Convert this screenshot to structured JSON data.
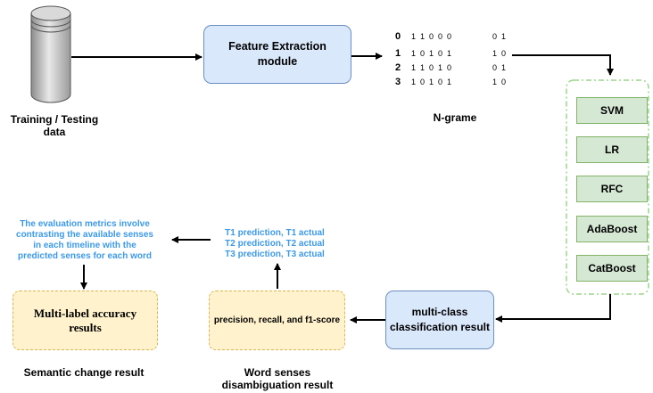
{
  "database": {
    "label": "Training / Testing\ndata"
  },
  "feature_box": {
    "label": "Feature Extraction\nmodule"
  },
  "ngram": {
    "rows": [
      {
        "index": "0",
        "bits": "1  1  0  0  0",
        "tail": "0  1"
      },
      {
        "index": "1",
        "bits": "1  0  1  0  1",
        "tail": "1  0"
      },
      {
        "index": "2",
        "bits": "1  1  0  1  0",
        "tail": "0  1"
      },
      {
        "index": "3",
        "bits": "1  0  1  0  1",
        "tail": "1  0"
      }
    ],
    "caption": "N-grame"
  },
  "classifiers": [
    "SVM",
    "LR",
    "RFC",
    "AdaBoost",
    "CatBoost"
  ],
  "multiclass_box": {
    "label": "multi-class\nclassification result"
  },
  "precision_box": {
    "label": "precision, recall, and f1-score"
  },
  "predictions_text": "T1 prediction, T1 actual\nT2 prediction, T2 actual\nT3 prediction, T3 actual",
  "evaluation_text": "The evaluation metrics involve\ncontrasting the available senses\nin each timeline with the\npredicted senses for each word",
  "multilabel_box": {
    "label": "Multi-label accuracy\nresults"
  },
  "captions": {
    "semantic": "Semantic change result",
    "wsd": "Word senses\ndisambiguation result"
  },
  "colors": {
    "blue_fill": "#dae8fc",
    "blue_stroke": "#6c8ebf",
    "green_fill": "#d5e8d4",
    "green_stroke": "#82b366",
    "yellow_fill": "#fff2cc",
    "yellow_stroke": "#d6b656",
    "note_text": "#3c99e6"
  }
}
